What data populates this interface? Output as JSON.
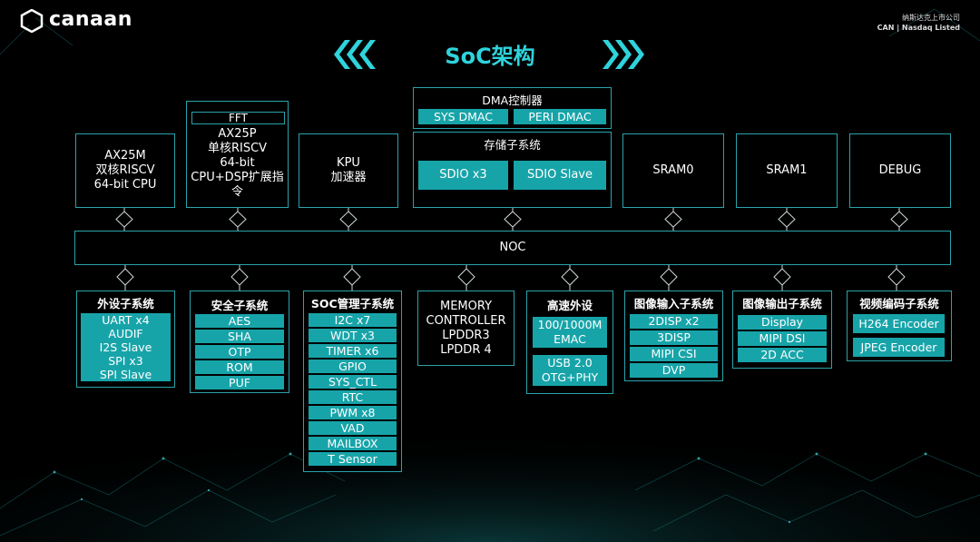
{
  "header": {
    "logo": "canaan",
    "title": "SoC架构",
    "corp_cn": "纳斯达克上市公司",
    "corp_en": "CAN | Nasdaq Listed"
  },
  "top": {
    "ax25m": [
      "AX25M",
      "双核RISCV",
      "64-bit CPU"
    ],
    "fft": "FFT",
    "ax25p": [
      "AX25P",
      "单核RISCV",
      "64-bit",
      "CPU+DSP扩展指",
      "令"
    ],
    "kpu": [
      "KPU",
      "加速器"
    ],
    "dma_title": "DMA控制器",
    "dma_items": [
      "SYS DMAC",
      "PERI DMAC"
    ],
    "storage_title": "存储子系统",
    "storage_items": [
      "SDIO x3",
      "SDIO Slave"
    ],
    "sram0": "SRAM0",
    "sram1": "SRAM1",
    "debug": "DEBUG"
  },
  "noc": "NOC",
  "bottom": {
    "peripheral": {
      "title": "外设子系统",
      "items": [
        "UART x4",
        "AUDIF",
        "I2S Slave",
        "SPI x3",
        "SPI Slave"
      ]
    },
    "security": {
      "title": "安全子系统",
      "items": [
        "AES",
        "SHA",
        "OTP",
        "ROM",
        "PUF"
      ]
    },
    "soc_mgmt": {
      "title": "SOC管理子系统",
      "items": [
        "I2C x7",
        "WDT x3",
        "TIMER x6",
        "GPIO",
        "SYS_CTL",
        "RTC",
        "PWM x8",
        "VAD",
        "MAILBOX",
        "T Sensor"
      ]
    },
    "memory": [
      "MEMORY",
      "CONTROLLER",
      "LPDDR3",
      "LPDDR 4"
    ],
    "highspeed": {
      "title": "高速外设",
      "items": [
        [
          "100/1000M",
          "EMAC"
        ],
        [
          "USB 2.0",
          "OTG+PHY"
        ]
      ]
    },
    "image_in": {
      "title": "图像输入子系统",
      "items": [
        "2DISP x2",
        "3DISP",
        "MIPI CSI",
        "DVP"
      ]
    },
    "image_out": {
      "title": "图像输出子系统",
      "items": [
        "Display",
        "MIPI DSI",
        "2D ACC"
      ]
    },
    "video": {
      "title": "视频编码子系统",
      "items": [
        "H264 Encoder",
        "JPEG Encoder"
      ]
    }
  },
  "colors": {
    "accent": "#17a4a9",
    "border": "#2aa3aa",
    "background": "#000000"
  }
}
